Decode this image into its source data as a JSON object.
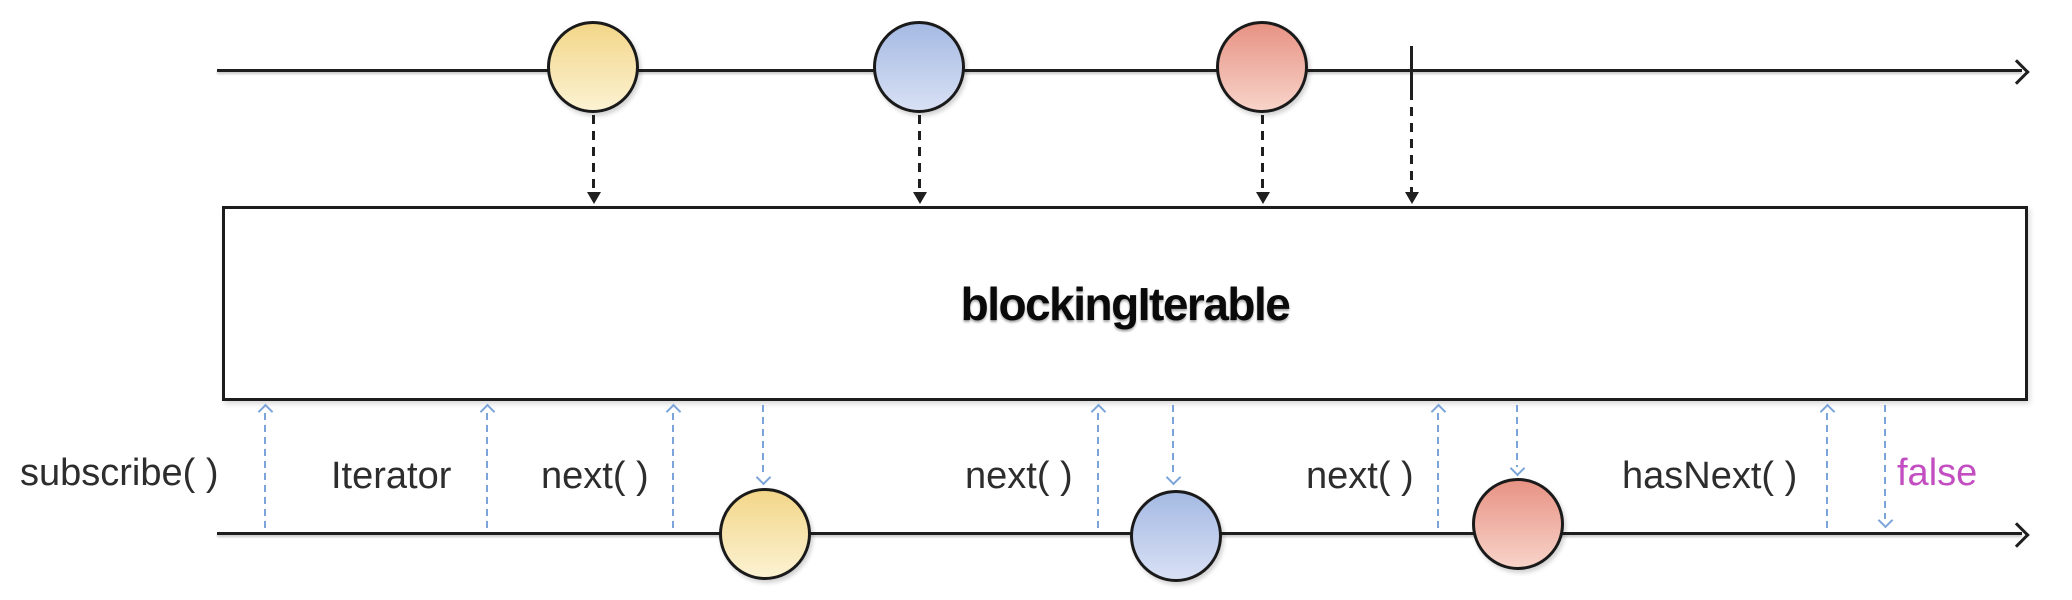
{
  "diagram": {
    "operator_label": "blockingIterable",
    "source_stream": {
      "marble_colors": [
        "yellow",
        "blue",
        "red"
      ],
      "has_complete_marker": true
    },
    "output_stream": {
      "marble_colors": [
        "yellow",
        "blue",
        "red"
      ]
    },
    "labels": {
      "subscribe": "subscribe( )",
      "iterator": "Iterator",
      "next_1": "next( )",
      "next_2": "next( )",
      "next_3": "next( )",
      "has_next": "hasNext( )",
      "false_result": "false"
    }
  },
  "colors": {
    "timeline": "#1f1f1f",
    "marble_border": "#1a1a1a",
    "marble_yellow_top": "#f2d689",
    "marble_yellow_bottom": "#fcf2d2",
    "marble_blue_top": "#a5bae3",
    "marble_blue_bottom": "#d8e0f4",
    "marble_red_top": "#e79384",
    "marble_red_bottom": "#f8d3c9",
    "call_arrow_blue": "#7ba4d9",
    "label_text": "#2d2d2d",
    "false_text": "#c24ec2",
    "box_border": "#1c1c1c",
    "box_background": "#ffffff",
    "operator_text": "#0a0a0a"
  }
}
